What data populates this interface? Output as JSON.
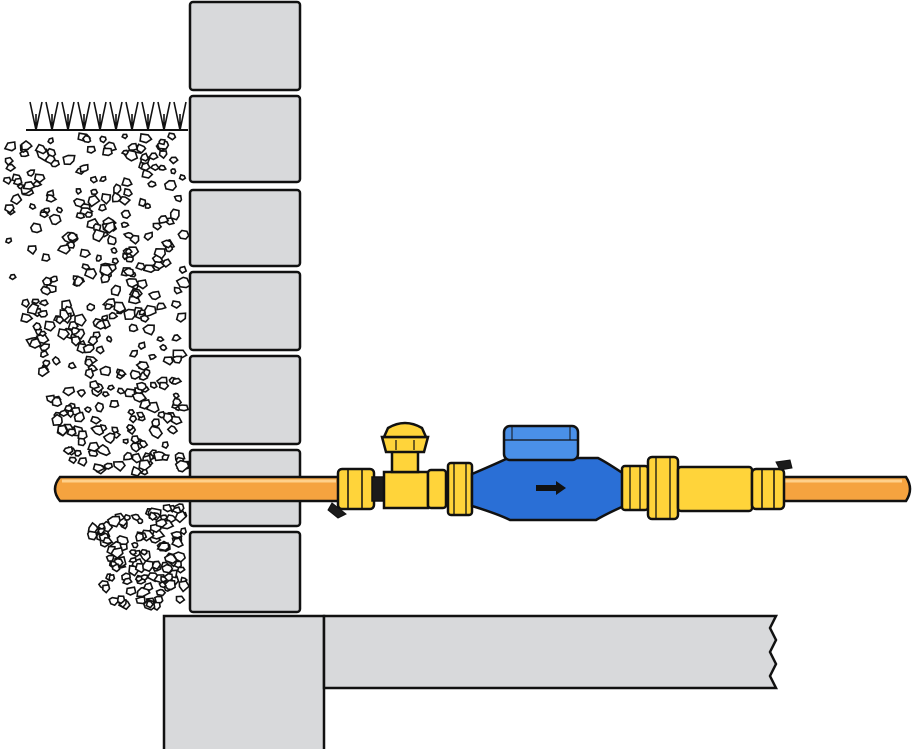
{
  "diagram": {
    "description_labels": [],
    "components": [
      "soil-backfill",
      "grass-surface",
      "block-wall",
      "concrete-footing",
      "floor-slab",
      "water-supply-pipe",
      "compression-fitting-inlet",
      "ball-valve",
      "coupling-nut",
      "water-meter",
      "flow-direction-arrow",
      "union-coupling",
      "check-valve-body",
      "compression-fitting-outlet"
    ],
    "colors": {
      "wall_block": "#d8d9db",
      "outline": "#111111",
      "pipe": "#f5a33f",
      "pipe_highlight": "#ffd08a",
      "brass": "#ffd43a",
      "brass_dark": "#c9a200",
      "meter_body": "#2a6fd6",
      "meter_lid": "#4a90e8",
      "background": "#ffffff",
      "fitting_dark": "#1b1b1b"
    },
    "flow_direction": "left-to-right"
  }
}
